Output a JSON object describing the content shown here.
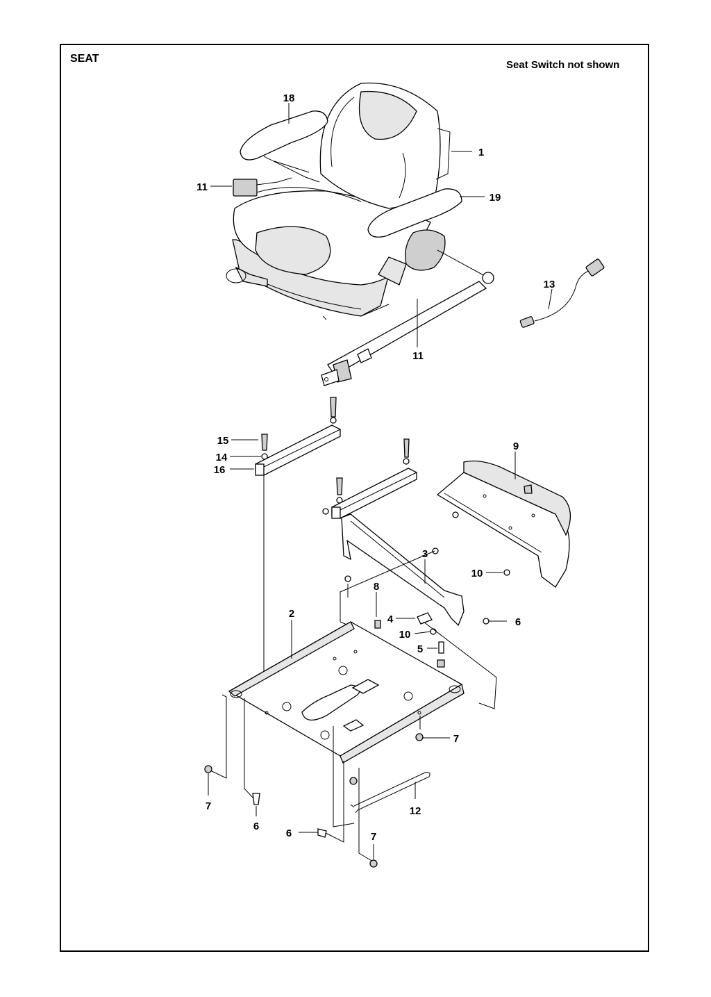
{
  "header": {
    "title": "SEAT",
    "note": "Seat Switch not shown"
  },
  "callouts": [
    {
      "id": "c-18",
      "label": "18"
    },
    {
      "id": "c-1",
      "label": "1"
    },
    {
      "id": "c-11a",
      "label": "11"
    },
    {
      "id": "c-19",
      "label": "19"
    },
    {
      "id": "c-13",
      "label": "13"
    },
    {
      "id": "c-11b",
      "label": "11"
    },
    {
      "id": "c-15",
      "label": "15"
    },
    {
      "id": "c-14",
      "label": "14"
    },
    {
      "id": "c-16",
      "label": "16"
    },
    {
      "id": "c-9",
      "label": "9"
    },
    {
      "id": "c-3",
      "label": "3"
    },
    {
      "id": "c-10a",
      "label": "10"
    },
    {
      "id": "c-8",
      "label": "8"
    },
    {
      "id": "c-2",
      "label": "2"
    },
    {
      "id": "c-4",
      "label": "4"
    },
    {
      "id": "c-6a",
      "label": "6"
    },
    {
      "id": "c-10b",
      "label": "10"
    },
    {
      "id": "c-5",
      "label": "5"
    },
    {
      "id": "c-7a",
      "label": "7"
    },
    {
      "id": "c-7b",
      "label": "7"
    },
    {
      "id": "c-6b",
      "label": "6"
    },
    {
      "id": "c-12",
      "label": "12"
    },
    {
      "id": "c-6c",
      "label": "6"
    },
    {
      "id": "c-7c",
      "label": "7"
    }
  ]
}
